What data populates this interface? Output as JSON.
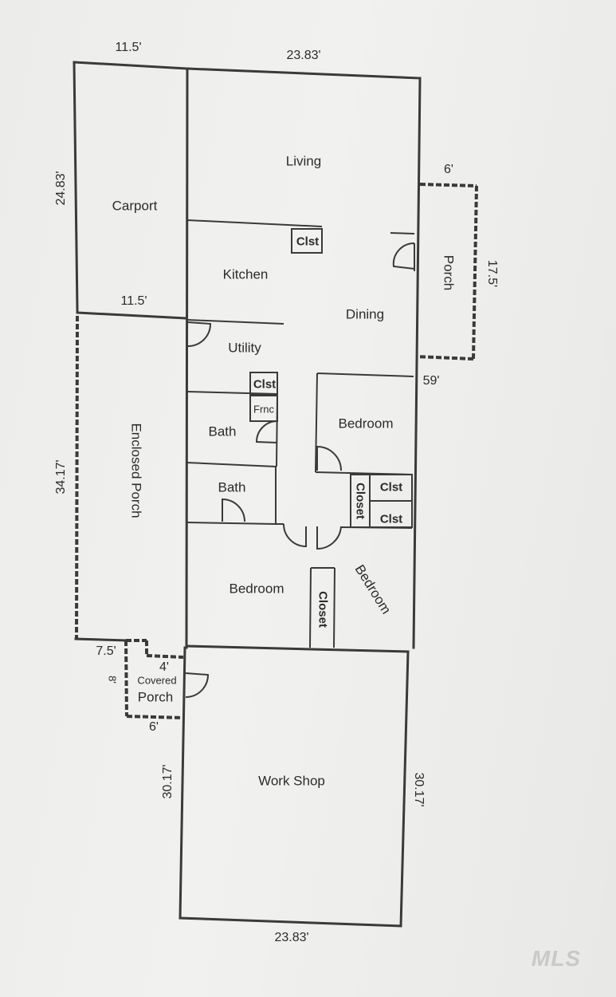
{
  "plan": {
    "rooms": {
      "living": "Living",
      "carport": "Carport",
      "kitchen": "Kitchen",
      "dining": "Dining",
      "utility": "Utility",
      "porch": "Porch",
      "bath_upper": "Bath",
      "bath_lower": "Bath",
      "bedroom_right": "Bedroom",
      "bedroom_left": "Bedroom",
      "bedroom_diag": "Bedroom",
      "enclosed_porch": "Enclosed Porch",
      "covered_porch_line1": "Covered",
      "covered_porch_line2": "Porch",
      "workshop": "Work Shop"
    },
    "fixtures": {
      "clst_kitchen": "Clst",
      "clst_utility": "Clst",
      "frnc": "Frnc",
      "closet_vertical_1": "Closet",
      "clst_right_1": "Clst",
      "clst_right_2": "Clst",
      "closet_vertical_2": "Closet"
    },
    "dimensions": {
      "top_left": "11.5'",
      "top_main": "23.83'",
      "carport_height": "24.83'",
      "carport_bottom": "11.5'",
      "porch_width": "6'",
      "porch_height": "17.5'",
      "right_side": "59'",
      "enclosed_porch_height": "34.17'",
      "covered_porch_left": "7.5'",
      "covered_porch_top": "4'",
      "covered_porch_side": "8'",
      "covered_porch_bottom": "6'",
      "workshop_left": "30.17'",
      "workshop_right": "30.17'",
      "bottom_main": "23.83'"
    }
  },
  "watermark": "MLS"
}
